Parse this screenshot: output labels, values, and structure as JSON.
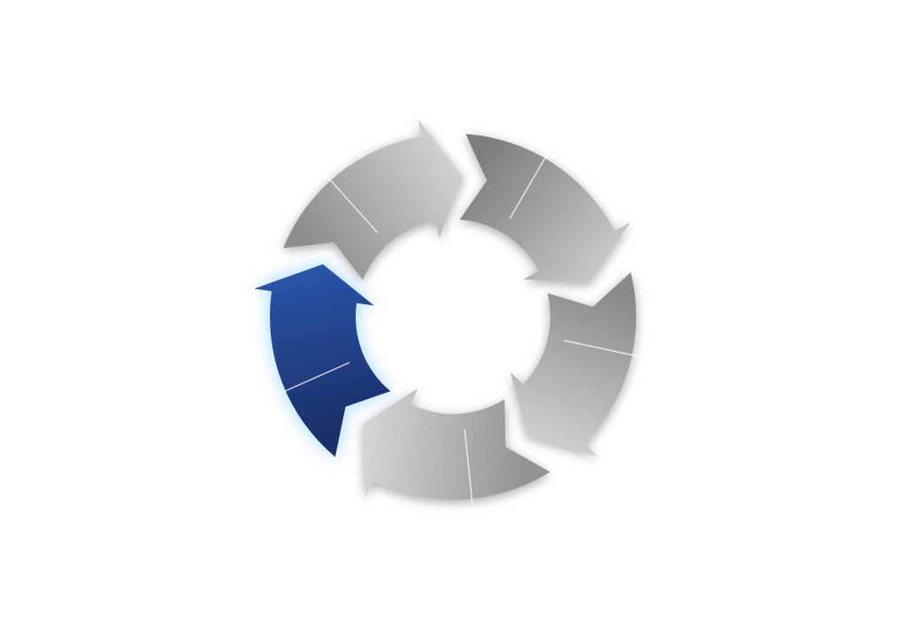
{
  "diagram": {
    "type": "cycle",
    "direction": "clockwise",
    "segment_count": 5,
    "highlighted_segment": 0,
    "segments": [
      {
        "name": "segment-1",
        "highlighted": true,
        "color_light": "#2a55a8",
        "color_dark": "#1b2f68"
      },
      {
        "name": "segment-2",
        "highlighted": false,
        "color_light": "#d2d2d2",
        "color_dark": "#8e8e8e"
      },
      {
        "name": "segment-3",
        "highlighted": false,
        "color_light": "#c8c8c8",
        "color_dark": "#7d7d7d"
      },
      {
        "name": "segment-4",
        "highlighted": false,
        "color_light": "#cfcfcf",
        "color_dark": "#8a8a8a"
      },
      {
        "name": "segment-5",
        "highlighted": false,
        "color_light": "#d6d6d6",
        "color_dark": "#939393"
      }
    ],
    "colors": {
      "background": "#ffffff",
      "highlight_glow": "#bfe6ff",
      "divider_line": "#ffffff"
    }
  }
}
